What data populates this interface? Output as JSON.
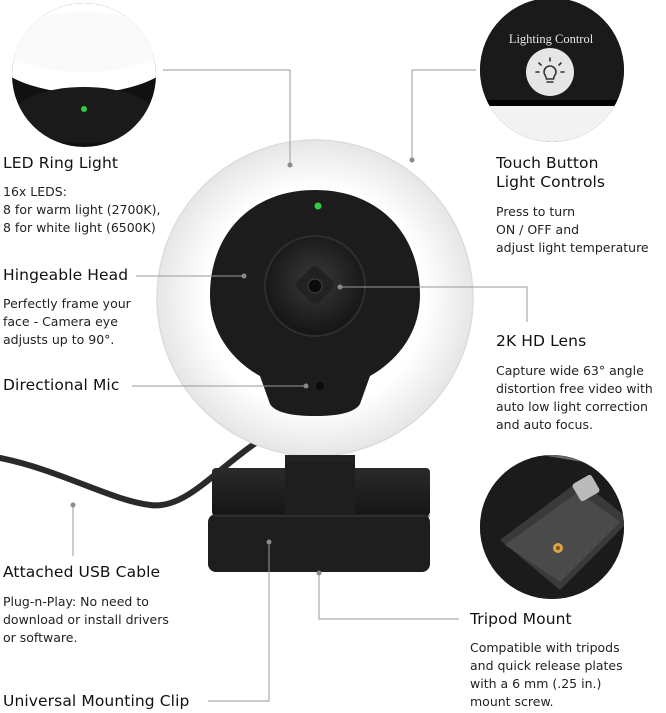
{
  "features": {
    "led_ring": {
      "title": "LED Ring Light",
      "lines": [
        "16x LEDS:",
        "8 for warm light (2700K),",
        "8 for white light (6500K)"
      ]
    },
    "touch_button": {
      "title_lines": [
        "Touch Button",
        "Light Controls"
      ],
      "lines": [
        "Press to turn",
        "ON / OFF and",
        "adjust light temperature"
      ]
    },
    "hingeable_head": {
      "title": "Hingeable Head",
      "lines": [
        "Perfectly frame your",
        "face - Camera eye",
        "adjusts up to 90°."
      ]
    },
    "lens": {
      "title": "2K HD Lens",
      "lines": [
        "Capture wide 63° angle",
        "distortion free video with",
        "auto low light correction",
        "and auto focus."
      ]
    },
    "mic": {
      "title": "Directional Mic"
    },
    "usb": {
      "title": "Attached USB Cable",
      "lines": [
        "Plug-n-Play: No need to",
        "download or install drivers",
        "or software."
      ]
    },
    "tripod": {
      "title": "Tripod Mount",
      "lines": [
        "Compatible with tripods",
        "and quick release plates",
        "with a 6 mm (.25 in.)",
        "mount screw."
      ]
    },
    "clip": {
      "title": "Universal Mounting Clip"
    }
  },
  "inset_lighting_label": "Lighting Control",
  "icons": {
    "led": "led-indicator-icon",
    "bulb": "light-bulb-icon"
  },
  "colors": {
    "led_green": "#2ecc40",
    "device_black": "#1c1c1c",
    "ring_white": "#f7f7f7",
    "leader_line": "#9a9a9a"
  }
}
